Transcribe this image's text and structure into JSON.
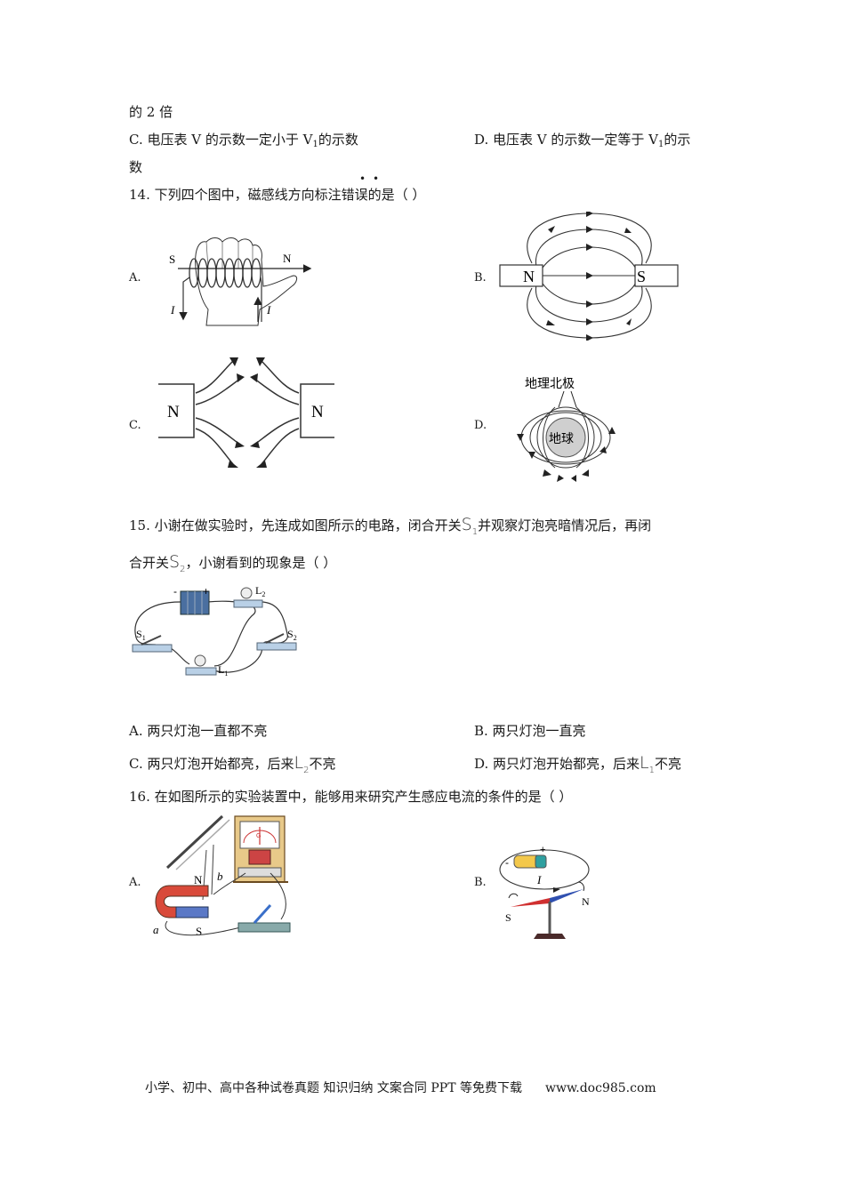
{
  "q13_tail": {
    "line1": "的 2 倍",
    "optC": "C.  电压表 V 的示数一定小于 V",
    "optC_sub": "1",
    "optC_end": "的示数",
    "optD": "D.  电压表 V 的示数一定等于 V",
    "optD_sub": "1",
    "optD_end": "的示",
    "wrap": "数"
  },
  "q14": {
    "stem_a": "14. 下列四个图中，磁感线方向标注",
    "stem_em": "错误",
    "stem_b": "的是（        ）",
    "optA": "A.",
    "optB": "B.",
    "optC": "C.",
    "optD": "D.",
    "figA": {
      "s": "S",
      "n": "N",
      "i1": "I",
      "i2": "I"
    },
    "figB": {
      "n": "N",
      "s": "S"
    },
    "figC": {
      "n1": "N",
      "n2": "N"
    },
    "figD": {
      "north": "地理北极",
      "earth": "地球"
    }
  },
  "q15": {
    "stem_a": "15. 小谢在做实验时，先连成如图所示的电路，闭合开关",
    "s1": "S",
    "s1_sub": "1",
    "stem_b": "并观察灯泡亮暗情况后，再闭",
    "line2_a": "合开关",
    "s2": "S",
    "s2_sub": "2",
    "line2_b": "，小谢看到的现象是（        ）",
    "fig": {
      "s1": "S",
      "s1_sub": "1",
      "s2": "S",
      "s2_sub": "2",
      "l1": "L",
      "l1_sub": "1",
      "l2": "L",
      "l2_sub": "2",
      "plus": "+",
      "minus": "-"
    },
    "optA": "A. 两只灯泡一直都不亮",
    "optB": "B. 两只灯泡一直亮",
    "optC_a": "C. 两只灯泡开始都亮，后来",
    "optC_sym": "L",
    "optC_sub": "2",
    "optC_b": "不亮",
    "optD_a": "D. 两只灯泡开始都亮，后来",
    "optD_sym": "L",
    "optD_sub": "1",
    "optD_b": "不亮"
  },
  "q16": {
    "stem": "16. 在如图所示的实验装置中，能够用来研究产生感应电流的条件的是（        ）",
    "optA": "A.",
    "optB": "B.",
    "figA": {
      "n": "N",
      "s": "S",
      "a": "a",
      "b": "b",
      "g": "G"
    },
    "figB": {
      "plus": "+",
      "minus": "-",
      "i": "I",
      "s": "S",
      "n": "N"
    }
  },
  "footer": {
    "text": "小学、初中、高中各种试卷真题  知识归纳  文案合同  PPT 等免费下载",
    "url": "www.doc985.com"
  }
}
